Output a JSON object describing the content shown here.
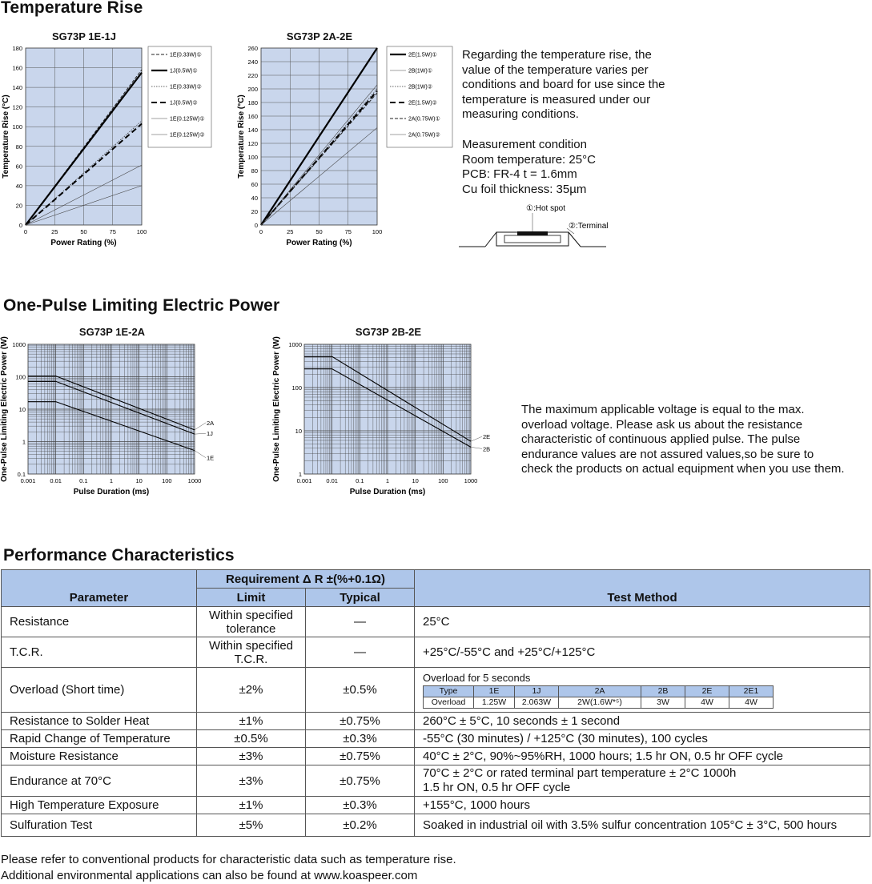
{
  "sections": {
    "temp_rise": "Temperature Rise",
    "pulse": "One-Pulse Limiting Electric Power",
    "perf": "Performance Characteristics"
  },
  "temp_text": [
    "Regarding the temperature rise, the",
    "value of the temperature varies per",
    "conditions and board for use since the",
    "temperature is measured under our",
    "measuring conditions."
  ],
  "measure_text": [
    "Measurement condition",
    "Room temperature: 25°C",
    "PCB: FR-4 t = 1.6mm",
    "Cu foil thickness: 35µm"
  ],
  "diagram": {
    "hot_spot": "①:Hot spot",
    "terminal": "②:Terminal"
  },
  "pulse_text": [
    "The maximum applicable voltage is equal to the max.",
    "overload voltage. Please ask us about the resistance",
    "characteristic of continuous applied pulse. The pulse",
    "endurance values are not assured values,so be sure to",
    "check the products on actual equipment when you use them."
  ],
  "chart_data": [
    {
      "type": "line",
      "title": "SG73P 1E-1J",
      "xlabel": "Power Rating (%)",
      "ylabel": "Temperature Rise (°C)",
      "xlim": [
        0,
        100
      ],
      "ylim": [
        0,
        180
      ],
      "xticks": [
        0,
        25,
        50,
        75,
        100
      ],
      "yticks": [
        0,
        20,
        40,
        60,
        80,
        100,
        120,
        140,
        160,
        180
      ],
      "series": [
        {
          "name": "1E(0.33W)①",
          "x": [
            0,
            100
          ],
          "y": [
            0,
            158
          ],
          "style": "dash"
        },
        {
          "name": "1J(0.5W)①",
          "x": [
            0,
            100
          ],
          "y": [
            0,
            155
          ],
          "style": "bold"
        },
        {
          "name": "1E(0.33W)②",
          "x": [
            0,
            100
          ],
          "y": [
            0,
            106
          ],
          "style": "dot"
        },
        {
          "name": "1J(0.5W)②",
          "x": [
            0,
            100
          ],
          "y": [
            0,
            103
          ],
          "style": "bolddash"
        },
        {
          "name": "1E(0.125W)①",
          "x": [
            0,
            100
          ],
          "y": [
            0,
            61
          ],
          "style": "thin"
        },
        {
          "name": "1E(0.125W)②",
          "x": [
            0,
            100
          ],
          "y": [
            0,
            40
          ],
          "style": "thin"
        }
      ]
    },
    {
      "type": "line",
      "title": "SG73P 2A-2E",
      "xlabel": "Power Rating (%)",
      "ylabel": "Temperature Rise (°C)",
      "xlim": [
        0,
        100
      ],
      "ylim": [
        0,
        260
      ],
      "xticks": [
        0,
        25,
        50,
        75,
        100
      ],
      "yticks": [
        0,
        20,
        40,
        60,
        80,
        100,
        120,
        140,
        160,
        180,
        200,
        220,
        240,
        260
      ],
      "series": [
        {
          "name": "2E(1.5W)①",
          "x": [
            0,
            100
          ],
          "y": [
            0,
            260
          ],
          "style": "bold"
        },
        {
          "name": "2B(1W)①",
          "x": [
            0,
            100
          ],
          "y": [
            0,
            206
          ],
          "style": "thin"
        },
        {
          "name": "2B(1W)②",
          "x": [
            0,
            100
          ],
          "y": [
            0,
            200
          ],
          "style": "dot"
        },
        {
          "name": "2E(1.5W)②",
          "x": [
            0,
            100
          ],
          "y": [
            0,
            197
          ],
          "style": "bolddash"
        },
        {
          "name": "2A(0.75W)①",
          "x": [
            0,
            100
          ],
          "y": [
            0,
            194
          ],
          "style": "dash"
        },
        {
          "name": "2A(0.75W)②",
          "x": [
            0,
            100
          ],
          "y": [
            0,
            143
          ],
          "style": "thin"
        }
      ]
    },
    {
      "type": "line",
      "title": "SG73P 1E-2A",
      "xlabel": "Pulse Duration (ms)",
      "ylabel": "One-Pulse Limiting Electric Power (W)",
      "xscale": "log",
      "yscale": "log",
      "xlim": [
        0.001,
        1000
      ],
      "ylim": [
        0.1,
        1000
      ],
      "xticks": [
        "0.001",
        "0.01",
        "0.1",
        "1",
        "10",
        "100",
        "1000"
      ],
      "yticks": [
        "0.1",
        "1",
        "10",
        "100",
        "1000"
      ],
      "series": [
        {
          "name": "2A",
          "x": [
            0.001,
            0.01,
            1000
          ],
          "y": [
            105,
            105,
            2.3
          ]
        },
        {
          "name": "1J",
          "x": [
            0.001,
            0.01,
            1000
          ],
          "y": [
            72,
            72,
            1.7
          ]
        },
        {
          "name": "1E",
          "x": [
            0.001,
            0.01,
            1000
          ],
          "y": [
            17,
            17,
            0.53
          ]
        }
      ]
    },
    {
      "type": "line",
      "title": "SG73P 2B-2E",
      "xlabel": "Pulse Duration (ms)",
      "ylabel": "One-Pulse Limiting Electric Power (W)",
      "xscale": "log",
      "yscale": "log",
      "xlim": [
        0.001,
        1000
      ],
      "ylim": [
        1,
        1000
      ],
      "xticks": [
        "0.001",
        "0.01",
        "0.1",
        "1",
        "10",
        "100",
        "1000"
      ],
      "yticks": [
        "1",
        "10",
        "100",
        "1000"
      ],
      "series": [
        {
          "name": "2E",
          "x": [
            0.001,
            0.01,
            1000
          ],
          "y": [
            520,
            520,
            5.7
          ]
        },
        {
          "name": "2B",
          "x": [
            0.001,
            0.01,
            1000
          ],
          "y": [
            270,
            270,
            4.2
          ]
        }
      ]
    }
  ],
  "table": {
    "req_header": "Requirement Δ R ±(%+0.1Ω)",
    "h_param": "Parameter",
    "h_limit": "Limit",
    "h_typical": "Typical",
    "h_test": "Test Method",
    "rows": [
      {
        "param": "Resistance",
        "limit": "Within specified\ntolerance",
        "typical": "—",
        "test": "25°C"
      },
      {
        "param": "T.C.R.",
        "limit": "Within specified\nT.C.R.",
        "typical": "—",
        "test": "+25°C/-55°C and +25°C/+125°C"
      },
      {
        "param": "Overload (Short time)",
        "limit": "±2%",
        "typical": "±0.5%",
        "test": "Overload for 5 seconds"
      },
      {
        "param": "Resistance to Solder Heat",
        "limit": "±1%",
        "typical": "±0.75%",
        "test": "260°C ± 5°C, 10 seconds ± 1 second"
      },
      {
        "param": "Rapid Change of Temperature",
        "limit": "±0.5%",
        "typical": "±0.3%",
        "test": "-55°C (30 minutes) / +125°C (30 minutes), 100 cycles"
      },
      {
        "param": "Moisture Resistance",
        "limit": "±3%",
        "typical": "±0.75%",
        "test": "40°C ± 2°C, 90%~95%RH, 1000 hours; 1.5 hr ON, 0.5 hr OFF cycle"
      },
      {
        "param": "Endurance at 70°C",
        "limit": "±3%",
        "typical": "±0.75%",
        "test": "70°C ± 2°C or rated terminal part temperature ± 2°C 1000h\n1.5 hr ON, 0.5 hr OFF cycle"
      },
      {
        "param": "High Temperature Exposure",
        "limit": "±1%",
        "typical": "±0.3%",
        "test": "+155°C, 1000 hours"
      },
      {
        "param": "Sulfuration Test",
        "limit": "±5%",
        "typical": "±0.2%",
        "test": "Soaked in industrial oil with 3.5% sulfur concentration 105°C ± 3°C, 500 hours"
      }
    ],
    "overload": {
      "types": [
        "Type",
        "1E",
        "1J",
        "2A",
        "2B",
        "2E",
        "2E1"
      ],
      "values": [
        "Overload",
        "1.25W",
        "2.063W",
        "2W(1.6W*⁵)",
        "3W",
        "4W",
        "4W"
      ]
    }
  },
  "footnotes": [
    "Please refer to conventional products for characteristic data such as temperature rise.",
    "Additional environmental applications can also be found at www.koaspeer.com"
  ]
}
